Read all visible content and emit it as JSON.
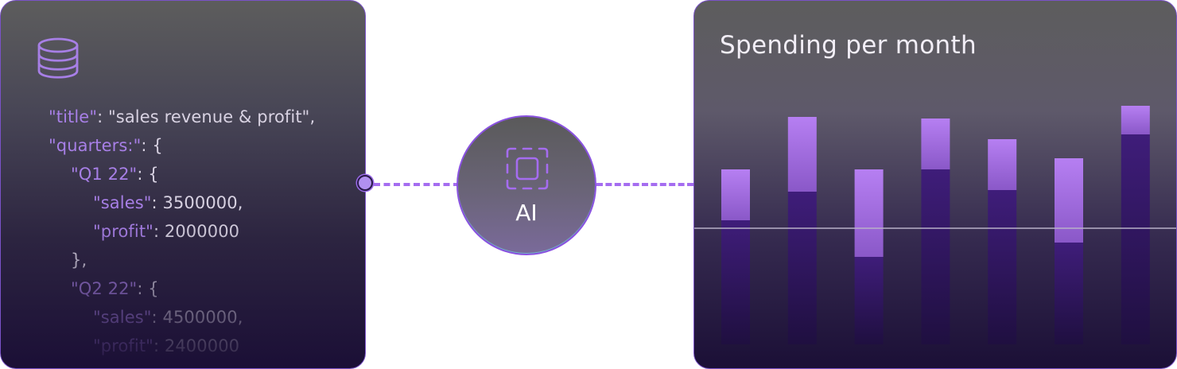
{
  "source": {
    "icon": "database-icon",
    "code_lines": [
      {
        "indent": 0,
        "key": "\"title\"",
        "rest": ": \"sales revenue & profit\","
      },
      {
        "indent": 0,
        "key": "\"quarters:\"",
        "rest": ": {"
      },
      {
        "indent": 1,
        "key": "\"Q1 22\"",
        "rest": ": {"
      },
      {
        "indent": 2,
        "key": "\"sales\"",
        "rest": ": 3500000,"
      },
      {
        "indent": 2,
        "key": "\"profit\"",
        "rest": ": 2000000"
      },
      {
        "indent": 1,
        "key": "",
        "rest": "},"
      },
      {
        "indent": 1,
        "key": "\"Q2 22\"",
        "rest": ": {"
      },
      {
        "indent": 2,
        "key": "\"sales\"",
        "rest": ": 4500000,"
      },
      {
        "indent": 2,
        "key": "\"profit\"",
        "rest": ": 2400000"
      }
    ]
  },
  "ai_node": {
    "label": "AI",
    "icon": "chip-icon"
  },
  "colors": {
    "accent": "#a56cf0",
    "bar_dark": "#2a1552",
    "bar_light": "#b27ef0",
    "border": "#7a52c8"
  },
  "chart_data": {
    "type": "bar",
    "title": "Spending per month",
    "stacked": true,
    "bar_count": 7,
    "series": [
      {
        "values": [
          156,
          192,
          110,
          220,
          194,
          128,
          264
        ]
      },
      {
        "values": [
          64,
          94,
          110,
          64,
          64,
          106,
          36
        ]
      }
    ],
    "reference_line": 146,
    "ylim": [
      0,
      300
    ],
    "grid": false,
    "legend": "none"
  }
}
